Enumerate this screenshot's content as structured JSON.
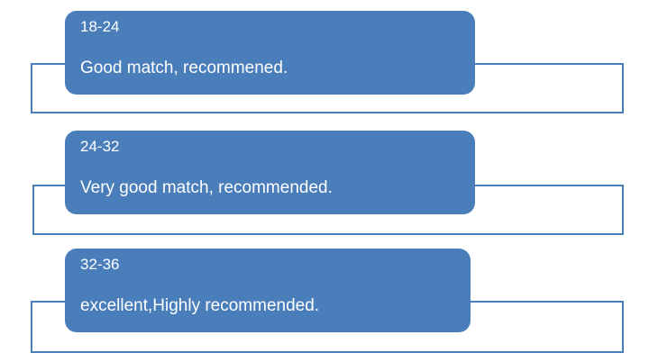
{
  "diagram": {
    "type": "callout-band-diagram",
    "accent_color": "#4a7ebb",
    "text_color": "#ffffff",
    "background_color": "#ffffff",
    "groups": [
      {
        "id": "group-1",
        "range": "18-24",
        "text": "Good match, recommened."
      },
      {
        "id": "group-2",
        "range": "24-32",
        "text": "Very good match, recommended."
      },
      {
        "id": "group-3",
        "range": "32-36",
        "text": "excellent,Highly recommended."
      }
    ]
  }
}
